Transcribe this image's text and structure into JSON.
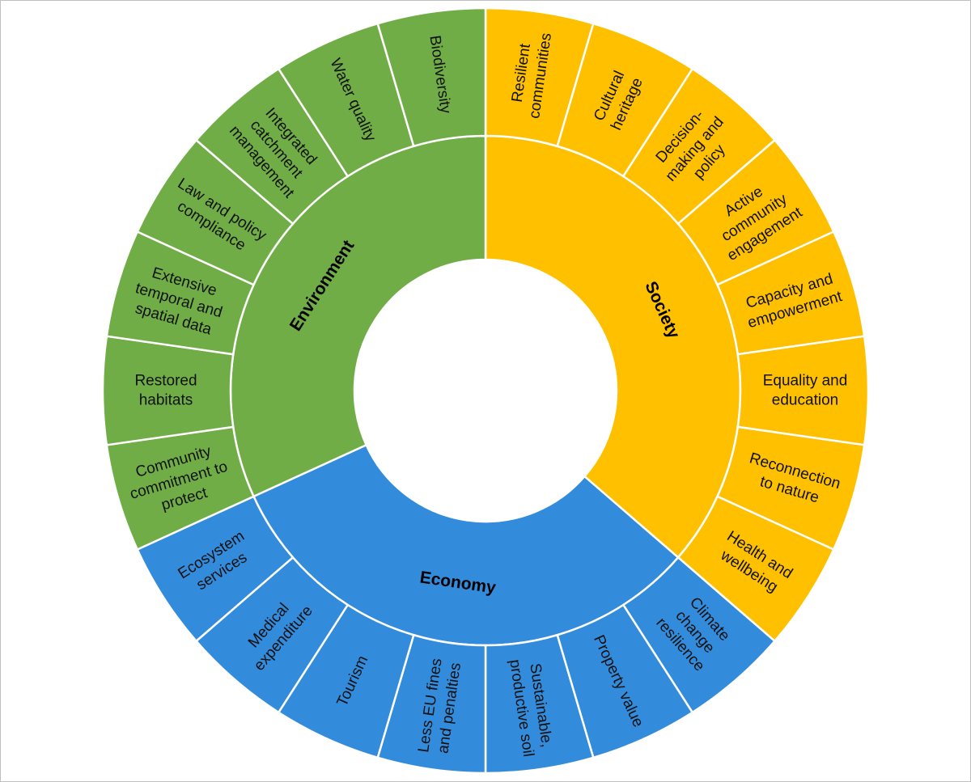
{
  "colors": {
    "Society": "#FFC000",
    "Economy": "#338BDB",
    "Environment": "#70AD47"
  },
  "diagram": {
    "type": "sunburst",
    "inner": [
      {
        "id": "society",
        "label": "Society",
        "color_key": "Society"
      },
      {
        "id": "economy",
        "label": "Economy",
        "color_key": "Economy"
      },
      {
        "id": "environment",
        "label": "Environment",
        "color_key": "Environment"
      }
    ],
    "outer": [
      {
        "parent": "society",
        "lines": [
          "Resilient",
          "communities"
        ]
      },
      {
        "parent": "society",
        "lines": [
          "Cultural",
          "heritage"
        ]
      },
      {
        "parent": "society",
        "lines": [
          "Decision-",
          "making and",
          "policy"
        ]
      },
      {
        "parent": "society",
        "lines": [
          "Active",
          "community",
          "engagement"
        ]
      },
      {
        "parent": "society",
        "lines": [
          "Capacity and",
          "empowerment"
        ]
      },
      {
        "parent": "society",
        "lines": [
          "Equality and",
          "education"
        ]
      },
      {
        "parent": "society",
        "lines": [
          "Reconnection",
          "to nature"
        ]
      },
      {
        "parent": "society",
        "lines": [
          "Health and",
          "wellbeing"
        ]
      },
      {
        "parent": "economy",
        "lines": [
          "Climate",
          "change",
          "resilience"
        ]
      },
      {
        "parent": "economy",
        "lines": [
          "Property value"
        ]
      },
      {
        "parent": "economy",
        "lines": [
          "Sustainable,",
          "productive soil"
        ]
      },
      {
        "parent": "economy",
        "lines": [
          "Less EU fines",
          "and penalties"
        ]
      },
      {
        "parent": "economy",
        "lines": [
          "Tourism"
        ]
      },
      {
        "parent": "economy",
        "lines": [
          "Medical",
          "expenditure"
        ]
      },
      {
        "parent": "economy",
        "lines": [
          "Ecosystem",
          "services"
        ]
      },
      {
        "parent": "environment",
        "lines": [
          "Community",
          "commitment to",
          "protect"
        ]
      },
      {
        "parent": "environment",
        "lines": [
          "Restored",
          "habitats"
        ]
      },
      {
        "parent": "environment",
        "lines": [
          "Extensive",
          "temporal and",
          "spatial data"
        ]
      },
      {
        "parent": "environment",
        "lines": [
          "Law and policy",
          "compliance"
        ]
      },
      {
        "parent": "environment",
        "lines": [
          "Integrated",
          "catchment",
          "management"
        ]
      },
      {
        "parent": "environment",
        "lines": [
          "Water quality"
        ]
      },
      {
        "parent": "environment",
        "lines": [
          "Biodiversity"
        ]
      }
    ]
  }
}
